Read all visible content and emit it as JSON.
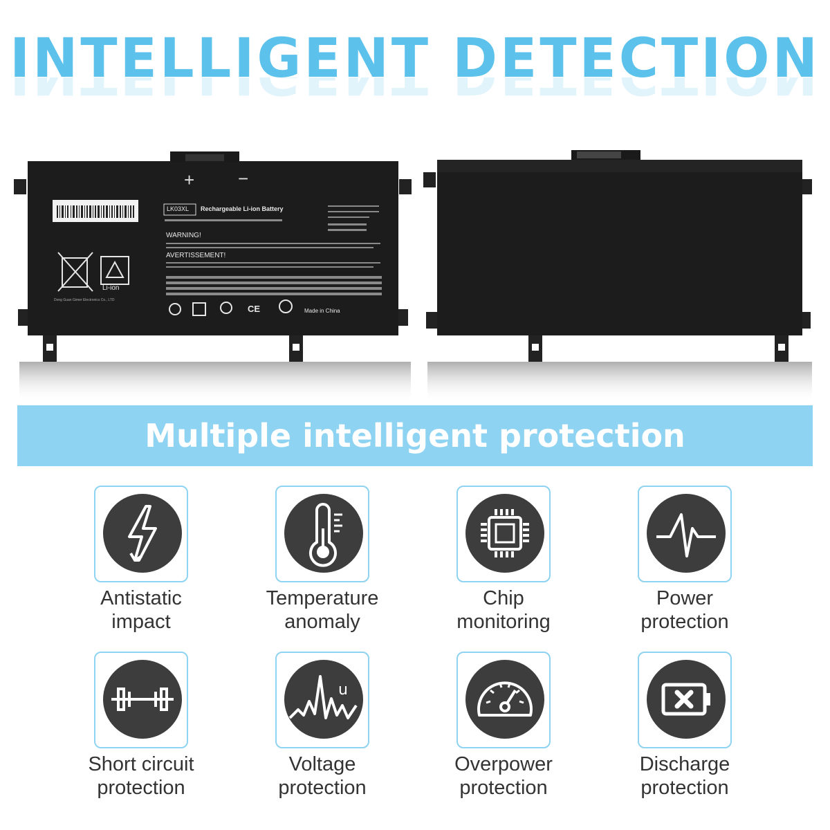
{
  "headline": "INTELLIGENT DETECTION",
  "battery_label": {
    "model": "LK03XL",
    "type": "Rechargeable Li-ion Battery",
    "warning": "WARNING!",
    "avertissement": "AVERTISSEMENT!",
    "made_in": "Made in China",
    "li_ion": "Li-ion",
    "maker": "Dong Guan Gimer Electronics Co., LTD",
    "plus": "+",
    "minus": "−"
  },
  "banner": "Multiple intelligent protection",
  "features": [
    {
      "line1": "Antistatic",
      "line2": "impact",
      "icon": "lightning-icon"
    },
    {
      "line1": "Temperature",
      "line2": "anomaly",
      "icon": "thermometer-icon"
    },
    {
      "line1": "Chip",
      "line2": "monitoring",
      "icon": "chip-icon"
    },
    {
      "line1": "Power",
      "line2": "protection",
      "icon": "pulse-icon"
    },
    {
      "line1": "Short circuit",
      "line2": "protection",
      "icon": "short-circuit-icon"
    },
    {
      "line1": "Voltage",
      "line2": "protection",
      "icon": "voltage-wave-icon"
    },
    {
      "line1": "Overpower",
      "line2": "protection",
      "icon": "speedometer-icon"
    },
    {
      "line1": "Discharge",
      "line2": "protection",
      "icon": "battery-x-icon"
    }
  ],
  "colors": {
    "accent": "#5cc2ec",
    "band": "#8fd3f2",
    "icon_bg": "#3d3d3d",
    "battery": "#1c1c1c"
  }
}
